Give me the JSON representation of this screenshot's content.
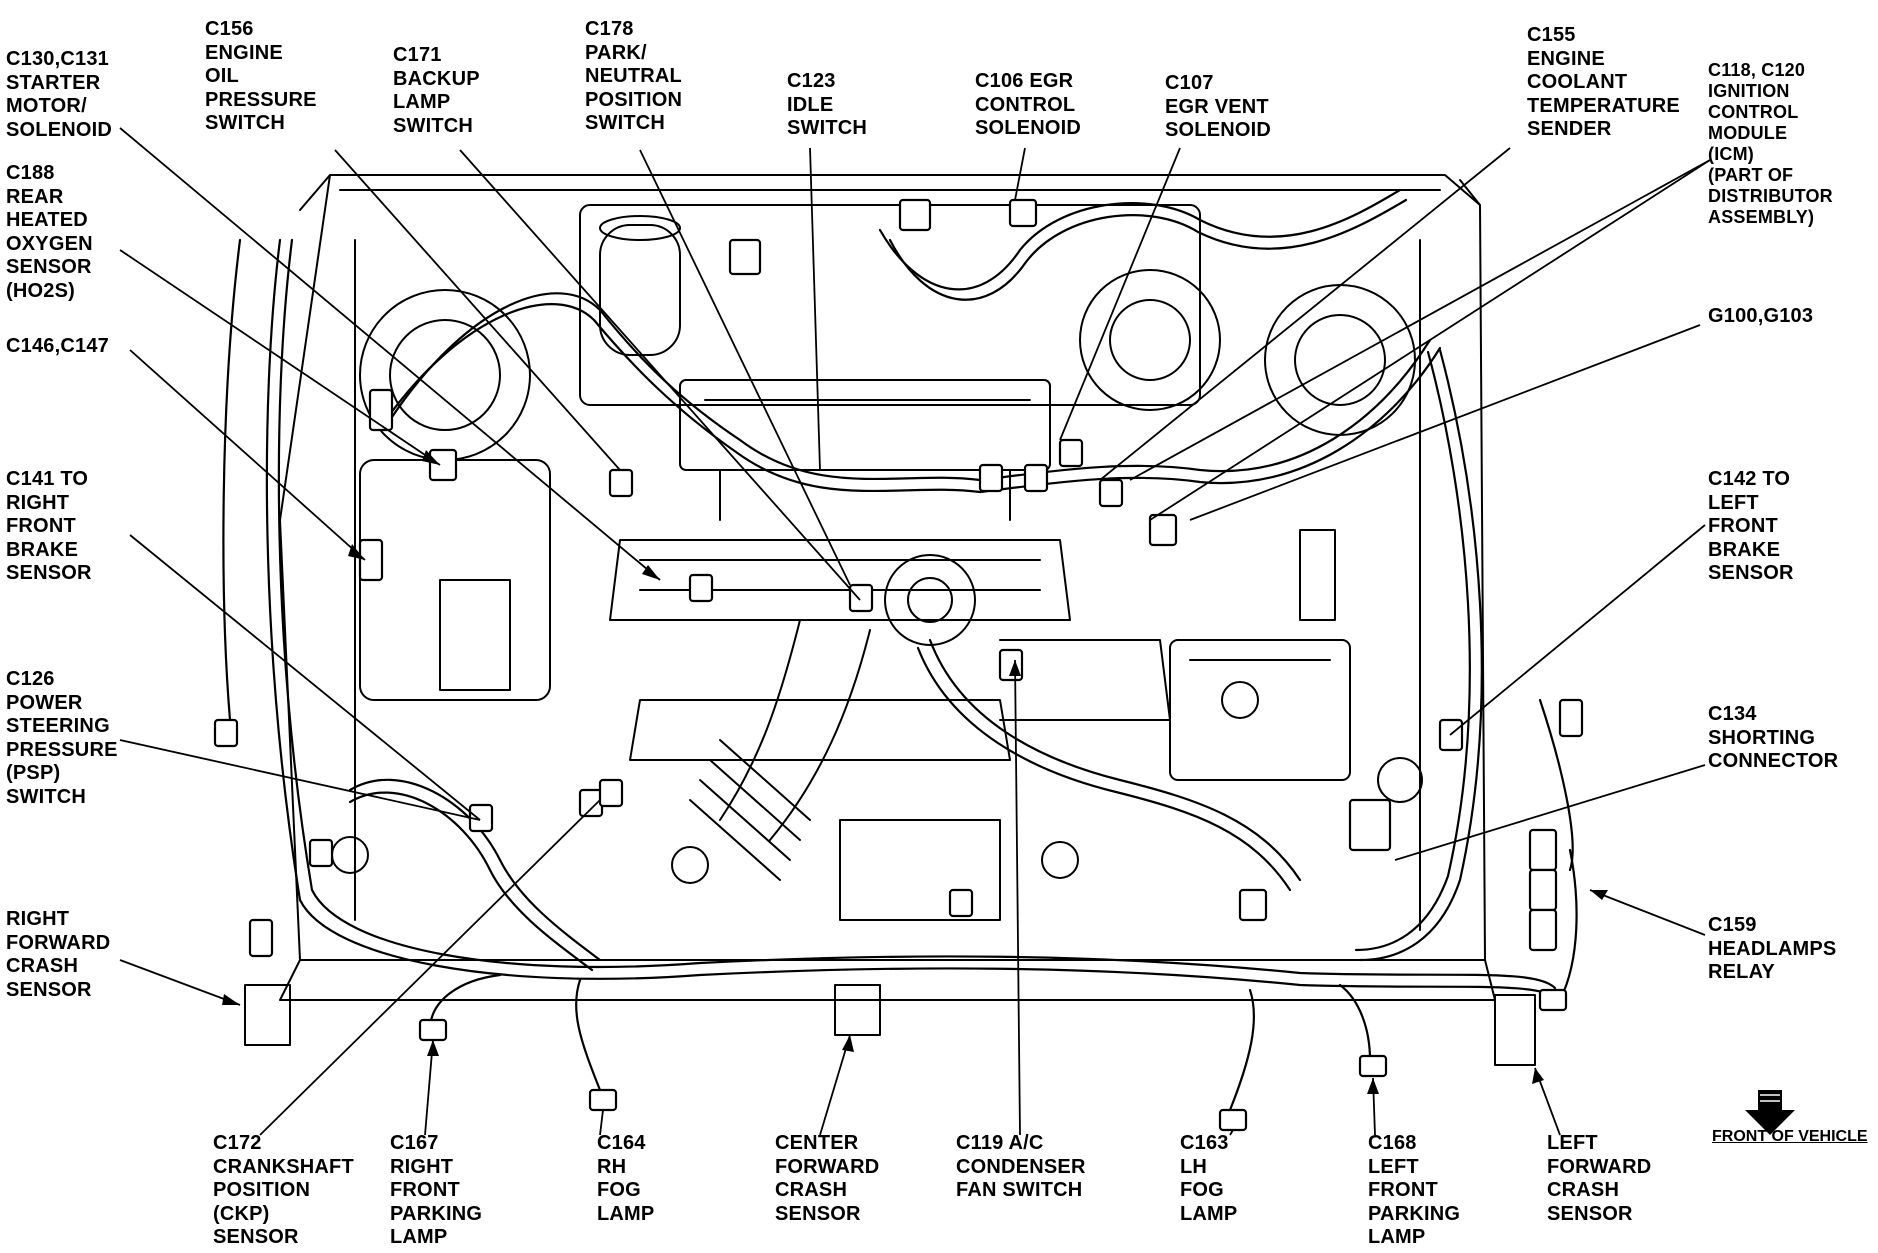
{
  "labels": {
    "c130": "C130,C131\nSTARTER\nMOTOR/\nSOLENOID",
    "c156": "C156\nENGINE\nOIL\nPRESSURE\nSWITCH",
    "c171": "C171\nBACKUP\nLAMP\nSWITCH",
    "c178": "C178\nPARK/\nNEUTRAL\nPOSITION\nSWITCH",
    "c123": "C123\nIDLE\nSWITCH",
    "c106": "C106 EGR\nCONTROL\nSOLENOID",
    "c107": "C107\nEGR VENT\nSOLENOID",
    "c155": "C155\nENGINE\nCOOLANT\nTEMPERATURE\nSENDER",
    "c118": "C118, C120\nIGNITION\nCONTROL\nMODULE\n(ICM)\n(PART OF\nDISTRIBUTOR\nASSEMBLY)",
    "c188": "C188\nREAR\nHEATED\nOXYGEN\nSENSOR\n(HO2S)",
    "g100": "G100,G103",
    "c146": "C146,C147",
    "c141": "C141 TO\nRIGHT\nFRONT\nBRAKE\nSENSOR",
    "c142": "C142 TO\nLEFT\nFRONT\nBRAKE\nSENSOR",
    "c126": "C126\nPOWER\nSTEERING\nPRESSURE\n(PSP)\nSWITCH",
    "c134": "C134\nSHORTING\nCONNECTOR",
    "rfcrash": "RIGHT\nFORWARD\nCRASH\nSENSOR",
    "c159": "C159\nHEADLAMPS\nRELAY",
    "c172": "C172\nCRANKSHAFT\nPOSITION\n(CKP)\nSENSOR",
    "c167": "C167\nRIGHT\nFRONT\nPARKING\nLAMP",
    "c164": "C164\nRH\nFOG\nLAMP",
    "center": "CENTER\nFORWARD\nCRASH\nSENSOR",
    "c119": "C119 A/C\nCONDENSER\nFAN SWITCH",
    "c163": "C163\nLH\nFOG\nLAMP",
    "c168": "C168\nLEFT\nFRONT\nPARKING\nLAMP",
    "lfcrash": "LEFT\nFORWARD\nCRASH\nSENSOR"
  },
  "front_of_vehicle": "FRONT OF VEHICLE",
  "icons": [
    "front-arrow-icon"
  ],
  "colors": {
    "ink": "#000000",
    "paper": "#ffffff"
  }
}
